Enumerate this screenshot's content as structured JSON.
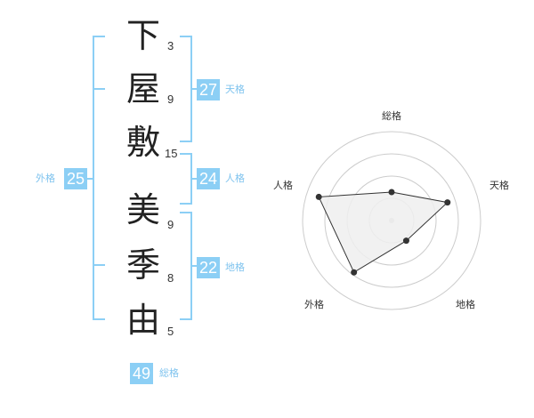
{
  "name_chars": [
    {
      "char": "下",
      "strokes": "3"
    },
    {
      "char": "屋",
      "strokes": "9"
    },
    {
      "char": "敷",
      "strokes": "15"
    },
    {
      "char": "美",
      "strokes": "9"
    },
    {
      "char": "季",
      "strokes": "8"
    },
    {
      "char": "由",
      "strokes": "5"
    }
  ],
  "fortune": {
    "tenkaku": {
      "value": "27",
      "label": "天格"
    },
    "jinkaku": {
      "value": "24",
      "label": "人格"
    },
    "chikaku": {
      "value": "22",
      "label": "地格"
    },
    "gaikaku": {
      "value": "25",
      "label": "外格"
    },
    "soukaku": {
      "value": "49",
      "label": "総格"
    }
  },
  "radar": {
    "axes": [
      "総格",
      "天格",
      "地格",
      "外格",
      "人格"
    ],
    "levels": 4,
    "values": [
      1.6,
      3.3,
      1.4,
      3.6,
      4.3
    ],
    "max": 5,
    "colors": {
      "grid": "#cccccc",
      "fill": "#efefef",
      "line": "#333333",
      "point": "#333333",
      "center": "#cccccc"
    }
  }
}
